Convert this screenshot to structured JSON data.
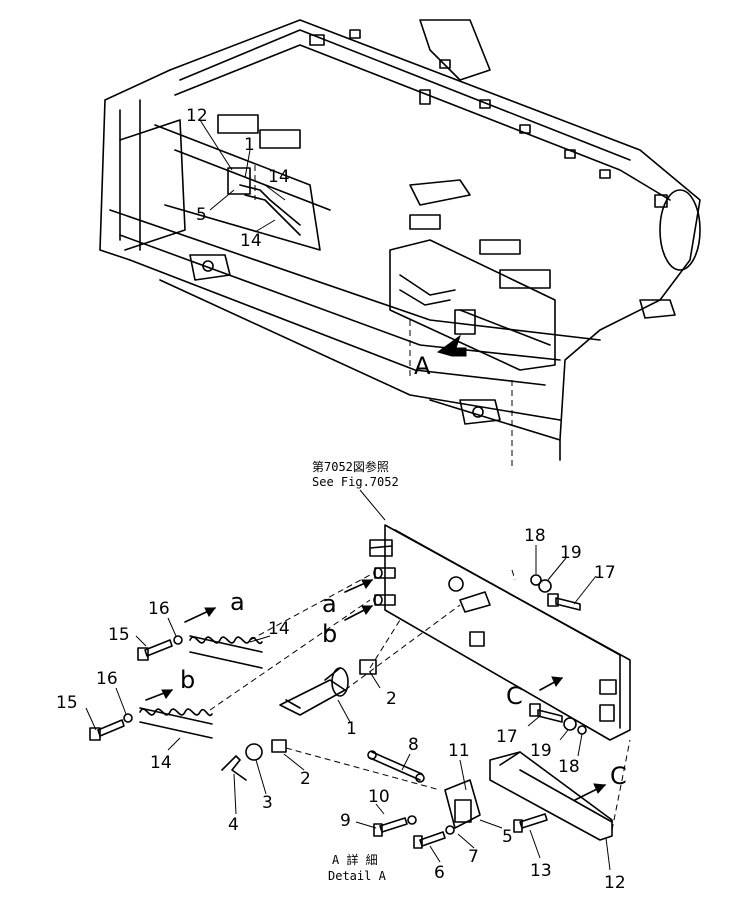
{
  "labels": {
    "top": [
      {
        "id": "12",
        "text": "12"
      },
      {
        "id": "1",
        "text": "1"
      },
      {
        "id": "14a",
        "text": "14"
      },
      {
        "id": "5",
        "text": "5"
      },
      {
        "id": "14b",
        "text": "14"
      },
      {
        "id": "A",
        "text": "A"
      }
    ],
    "detail": [
      {
        "id": "18a",
        "text": "18"
      },
      {
        "id": "19a",
        "text": "19"
      },
      {
        "id": "17a",
        "text": "17"
      },
      {
        "id": "a1",
        "text": "a"
      },
      {
        "id": "16a",
        "text": "16"
      },
      {
        "id": "14c",
        "text": "14"
      },
      {
        "id": "15a",
        "text": "15"
      },
      {
        "id": "a2",
        "text": "a"
      },
      {
        "id": "b1",
        "text": "b"
      },
      {
        "id": "2a",
        "text": "2"
      },
      {
        "id": "16b",
        "text": "16"
      },
      {
        "id": "b2",
        "text": "b"
      },
      {
        "id": "15b",
        "text": "15"
      },
      {
        "id": "1b",
        "text": "1"
      },
      {
        "id": "C1",
        "text": "C"
      },
      {
        "id": "17b",
        "text": "17"
      },
      {
        "id": "19b",
        "text": "19"
      },
      {
        "id": "18b",
        "text": "18"
      },
      {
        "id": "14d",
        "text": "14"
      },
      {
        "id": "3",
        "text": "3"
      },
      {
        "id": "2b",
        "text": "2"
      },
      {
        "id": "8",
        "text": "8"
      },
      {
        "id": "11",
        "text": "11"
      },
      {
        "id": "C2",
        "text": "C"
      },
      {
        "id": "4",
        "text": "4"
      },
      {
        "id": "10",
        "text": "10"
      },
      {
        "id": "9",
        "text": "9"
      },
      {
        "id": "5b",
        "text": "5"
      },
      {
        "id": "7",
        "text": "7"
      },
      {
        "id": "6",
        "text": "6"
      },
      {
        "id": "13",
        "text": "13"
      },
      {
        "id": "12b",
        "text": "12"
      }
    ]
  },
  "notes": {
    "see_fig_jp": "第7052図参照",
    "see_fig_en": "See Fig.7052",
    "detail_jp": "A 詳 細",
    "detail_en": "Detail A"
  }
}
